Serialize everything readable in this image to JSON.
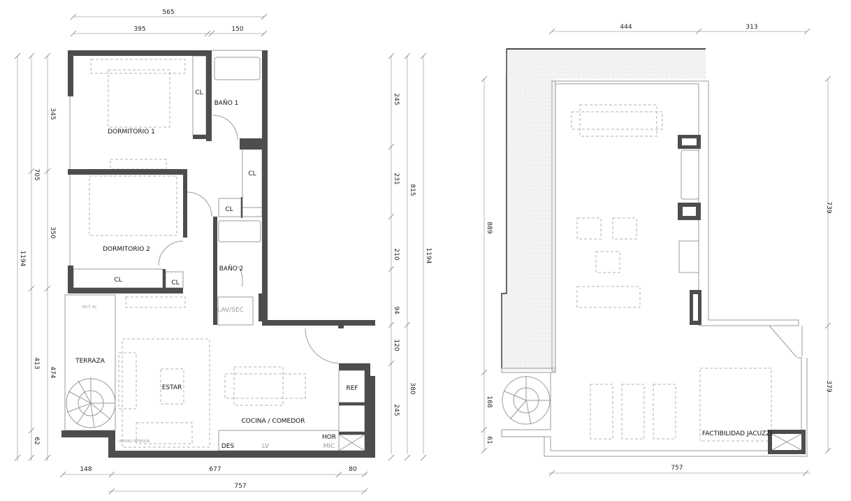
{
  "floor_1": {
    "rooms": {
      "dormitorio_1": "DORMITORIO 1",
      "dormitorio_2": "DORMITORIO 2",
      "bano_1": "BAÑO 1",
      "bano_2": "BAÑO 2",
      "cl_1": "CL",
      "cl_2": "CL",
      "cl_3": "CL",
      "cl_4": "CL",
      "cl_5": "CL",
      "terraza": "TERRAZA",
      "estar": "ESTAR",
      "cocina": "COCINA / COMEDOR",
      "ref": "REF",
      "lav_sec": "LAV/SEC",
      "des": "DES",
      "lv": "LV",
      "hor": "HOR",
      "mic": "MIC",
      "fact_ac": "FACT. AC",
      "unidad_interior": "UNIDAD INTERIOR"
    },
    "dimensions": {
      "top_total": "565",
      "top_a": "395",
      "top_b": "150",
      "left_outer": "1194",
      "left_mid_a": "705",
      "left_mid_b": "474",
      "left_in_a": "345",
      "left_in_b": "350",
      "left_in_c": "413",
      "left_in_d": "62",
      "right_a": "245",
      "right_b": "231",
      "right_c": "210",
      "right_d": "94",
      "right_e": "120",
      "right_f": "245",
      "right_mid_a": "815",
      "right_mid_b": "380",
      "right_outer": "1194",
      "bottom_a": "148",
      "bottom_b": "677",
      "bottom_c": "80",
      "bottom_total": "757"
    }
  },
  "floor_2": {
    "labels": {
      "jacuzzi": "FACTIBILIDAD JACUZZI"
    },
    "dimensions": {
      "top_a": "444",
      "top_b": "313",
      "left_a": "889",
      "left_b": "168",
      "left_c": "61",
      "right_a": "739",
      "right_b": "379",
      "bottom_total": "757"
    }
  },
  "colors": {
    "wall": "#4d4d4d",
    "line": "#9a9a9a",
    "terrace_hatch": "#eeeeee"
  }
}
